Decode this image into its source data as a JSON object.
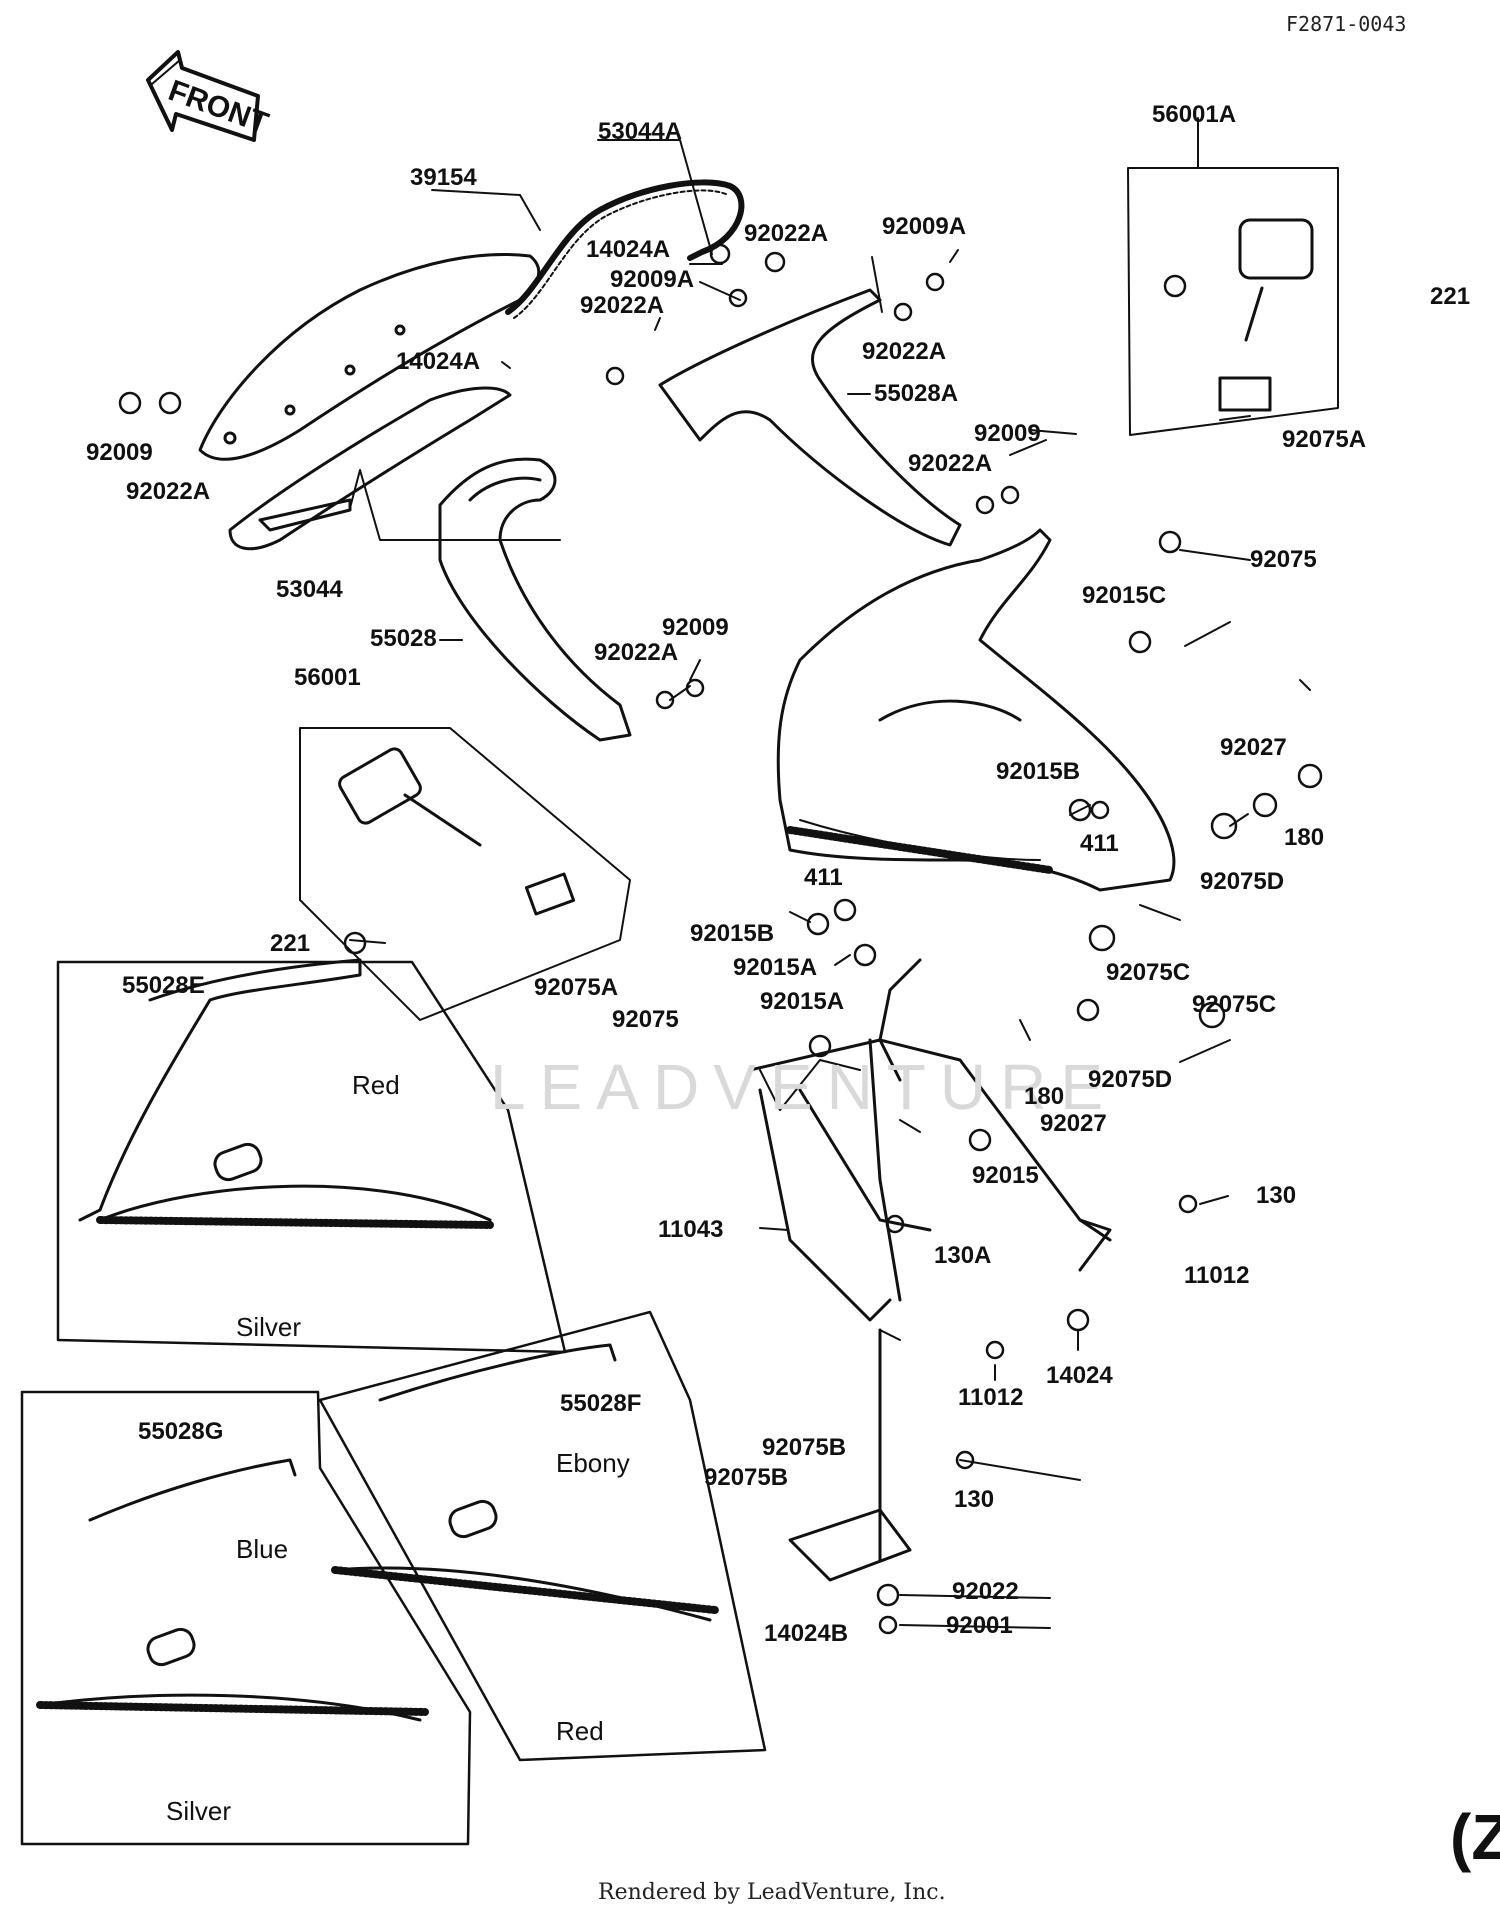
{
  "diagram_code": "F2871-0043",
  "footer": "Rendered by LeadVenture, Inc.",
  "watermark": "LEADVENTURE",
  "front_arrow": "FRONT",
  "edge_mark": "(Z",
  "labels": {
    "l_53044A": "53044A",
    "l_56001A": "56001A",
    "l_39154": "39154",
    "l_92022A_a": "92022A",
    "l_92009A_a": "92009A",
    "l_14024A_a": "14024A",
    "l_92009A_b": "92009A",
    "l_92022A_b": "92022A",
    "l_221_a": "221",
    "l_92022A_c": "92022A",
    "l_14024A_b": "14024A",
    "l_55028A": "55028A",
    "l_92009_a": "92009",
    "l_92022A_d": "92022A",
    "l_92075A_a": "92075A",
    "l_92009_b": "92009",
    "l_92022A_e": "92022A",
    "l_92075_a": "92075",
    "l_53044": "53044",
    "l_92015C": "92015C",
    "l_55028": "55028",
    "l_92009_c": "92009",
    "l_92022A_f": "92022A",
    "l_56001": "56001",
    "l_92027_a": "92027",
    "l_92015B_a": "92015B",
    "l_180_a": "180",
    "l_411_a": "411",
    "l_92075D_a": "92075D",
    "l_411_b": "411",
    "l_221_b": "221",
    "l_92015B_b": "92015B",
    "l_55028E": "55028E",
    "l_92015A_a": "92015A",
    "l_92075C_a": "92075C",
    "l_92075A_b": "92075A",
    "l_92075_b": "92075",
    "l_92075C_b": "92075C",
    "l_92015A_b": "92015A",
    "l_92075D_b": "92075D",
    "l_180_b": "180",
    "l_92027_b": "92027",
    "l_92015": "92015",
    "l_130_a": "130",
    "l_11043": "11043",
    "l_130A": "130A",
    "l_11012_a": "11012",
    "l_14024": "14024",
    "l_11012_b": "11012",
    "l_55028F": "55028F",
    "l_55028G": "55028G",
    "l_92075B_a": "92075B",
    "l_130_b": "130",
    "l_92075B_b": "92075B",
    "l_92022": "92022",
    "l_92001": "92001",
    "l_14024B": "14024B"
  },
  "color_words": {
    "e_red": "Red",
    "e_silver": "Silver",
    "f_ebony": "Ebony",
    "f_red": "Red",
    "g_blue": "Blue",
    "g_silver": "Silver"
  }
}
